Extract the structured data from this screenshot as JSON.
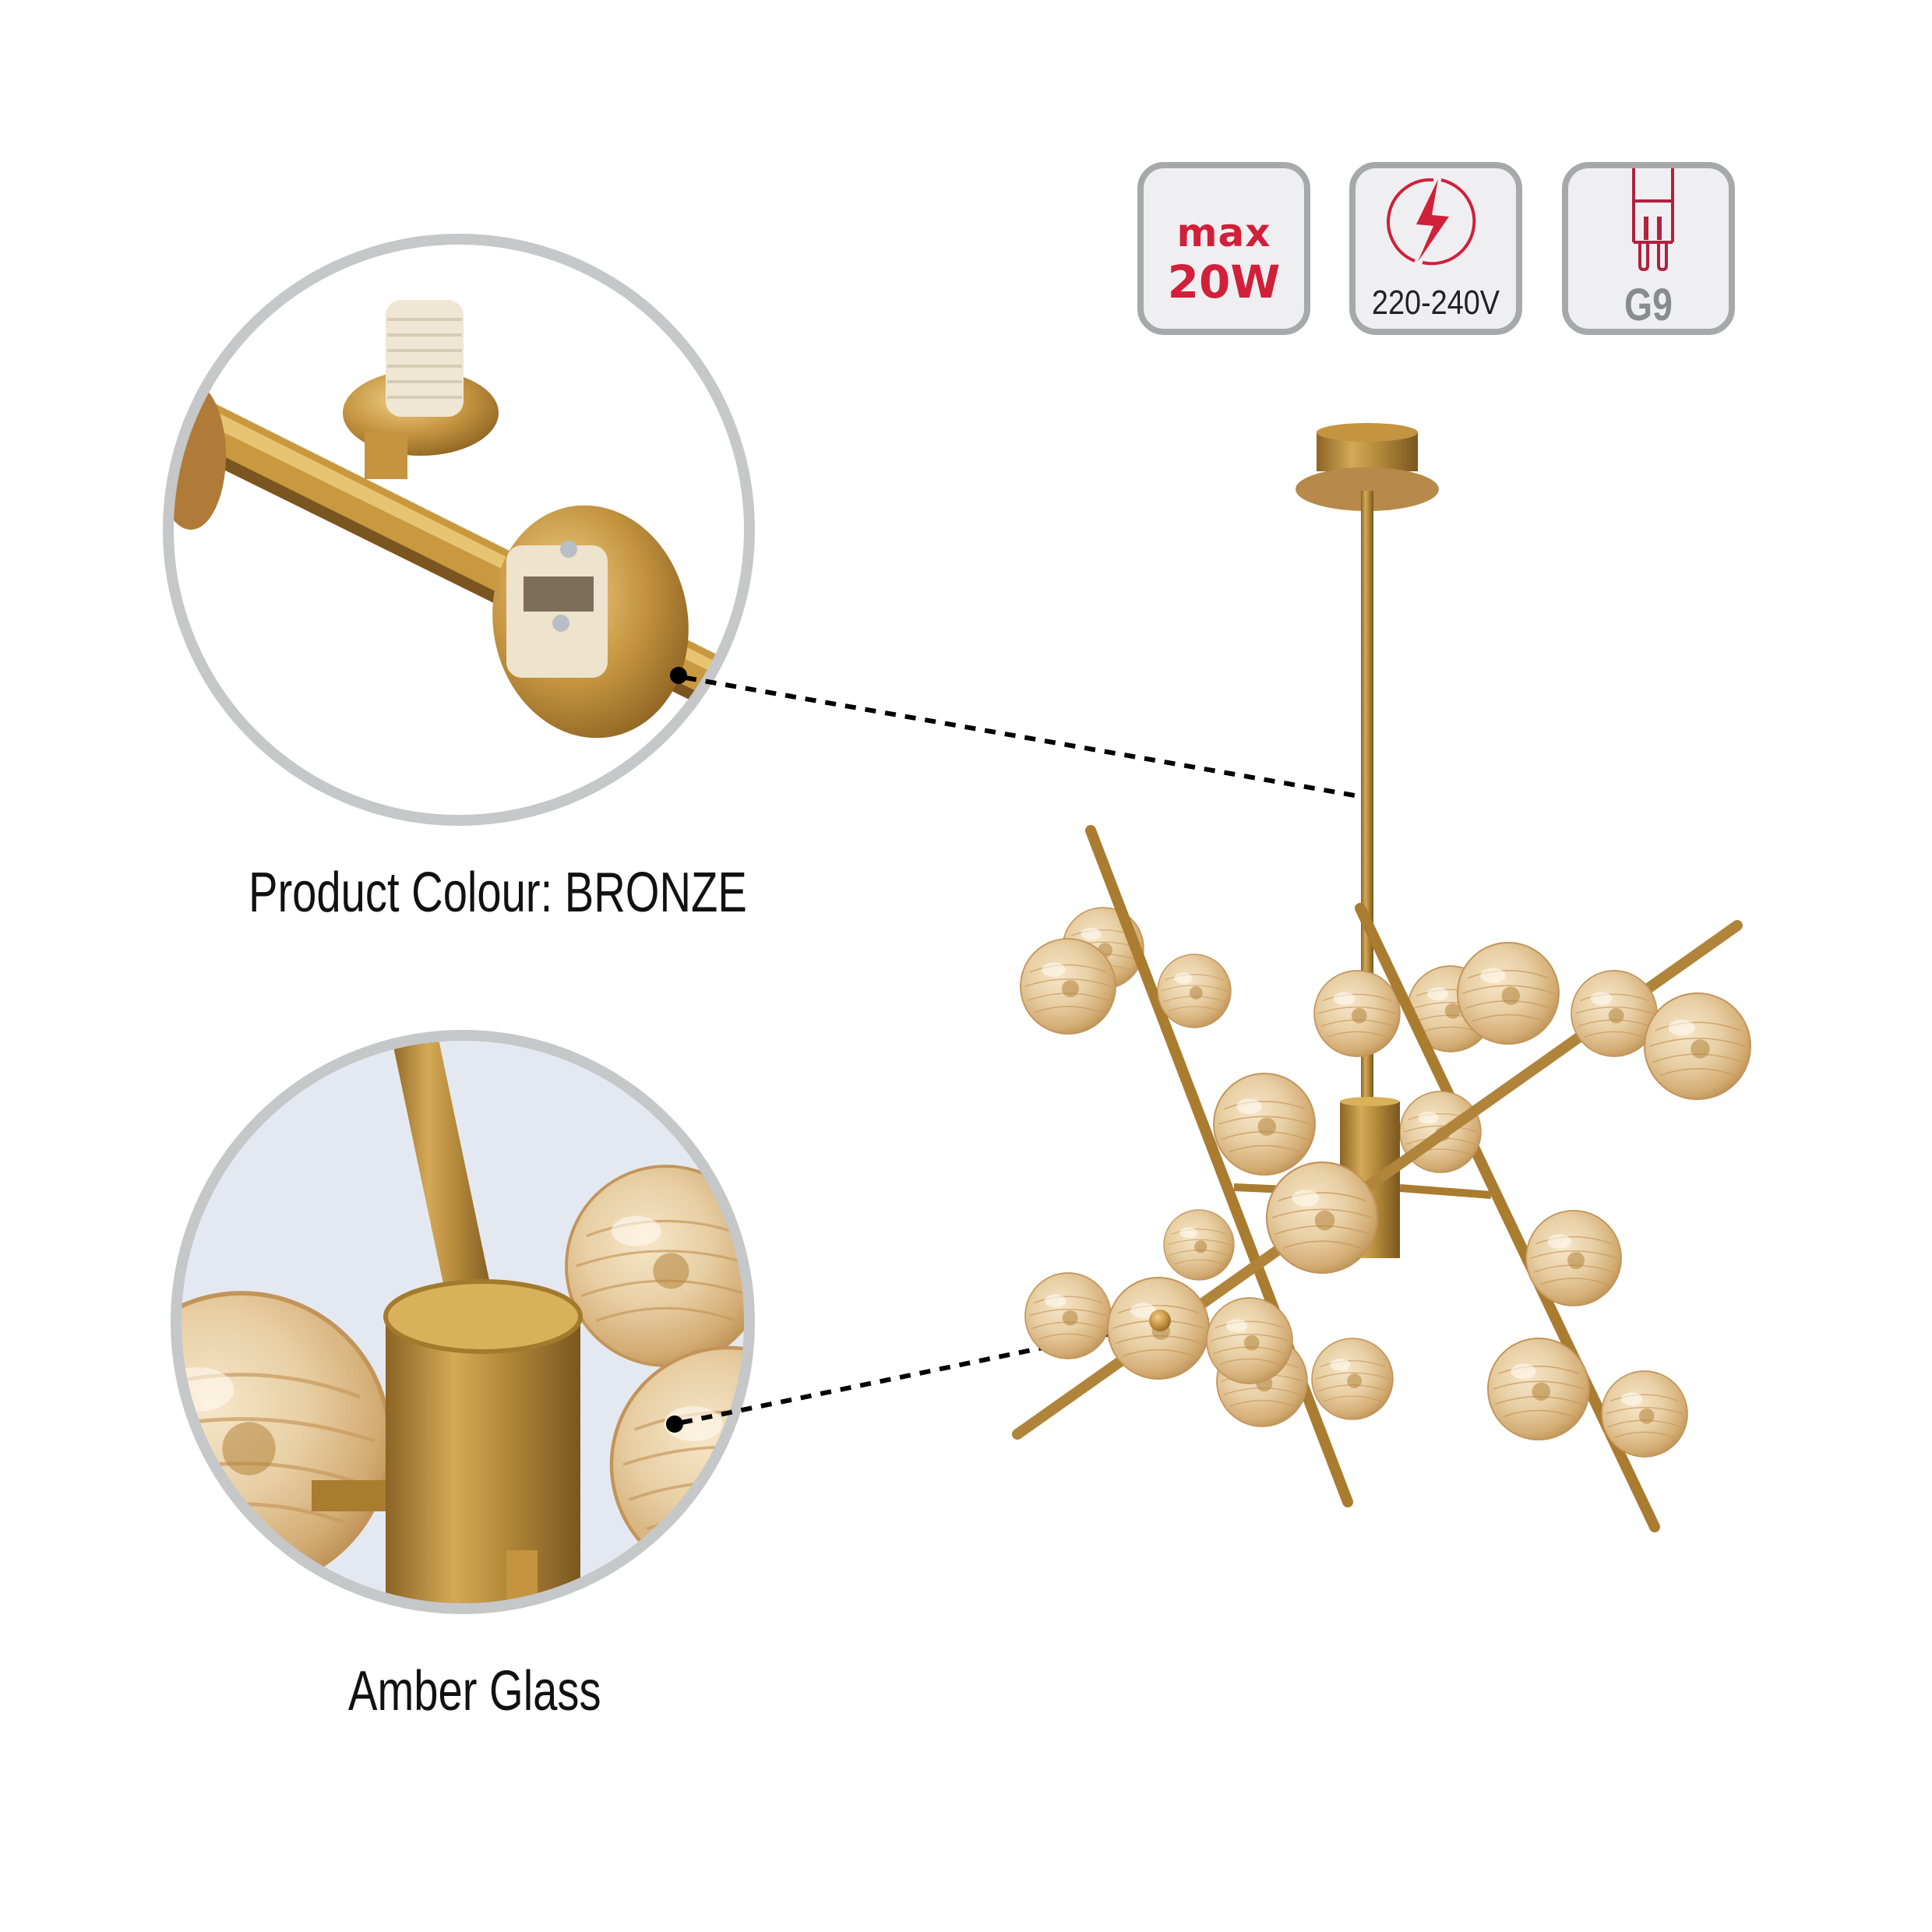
{
  "spec_badges": [
    {
      "id": "max-wattage",
      "line1": "max",
      "line2": "20W",
      "icon": "none",
      "color": "#d0203a"
    },
    {
      "id": "voltage",
      "label": "220-240V",
      "icon": "lightning-bolt-in-circle-icon",
      "color": "#d0203a"
    },
    {
      "id": "bulb-type",
      "label": "G9",
      "icon": "g9-bulb-icon",
      "color": "#b0223e"
    }
  ],
  "callouts": [
    {
      "id": "colour",
      "caption": "Product Colour: BRONZE"
    },
    {
      "id": "glass",
      "caption": "Amber Glass"
    }
  ],
  "colors": {
    "accent_red": "#d0203a",
    "badge_border": "#a7a8aa",
    "badge_fill": "#efeff1",
    "circle_ring": "#c5c7c9",
    "bronze": "#b0843a",
    "amber_glass": "#e8cfa4"
  }
}
